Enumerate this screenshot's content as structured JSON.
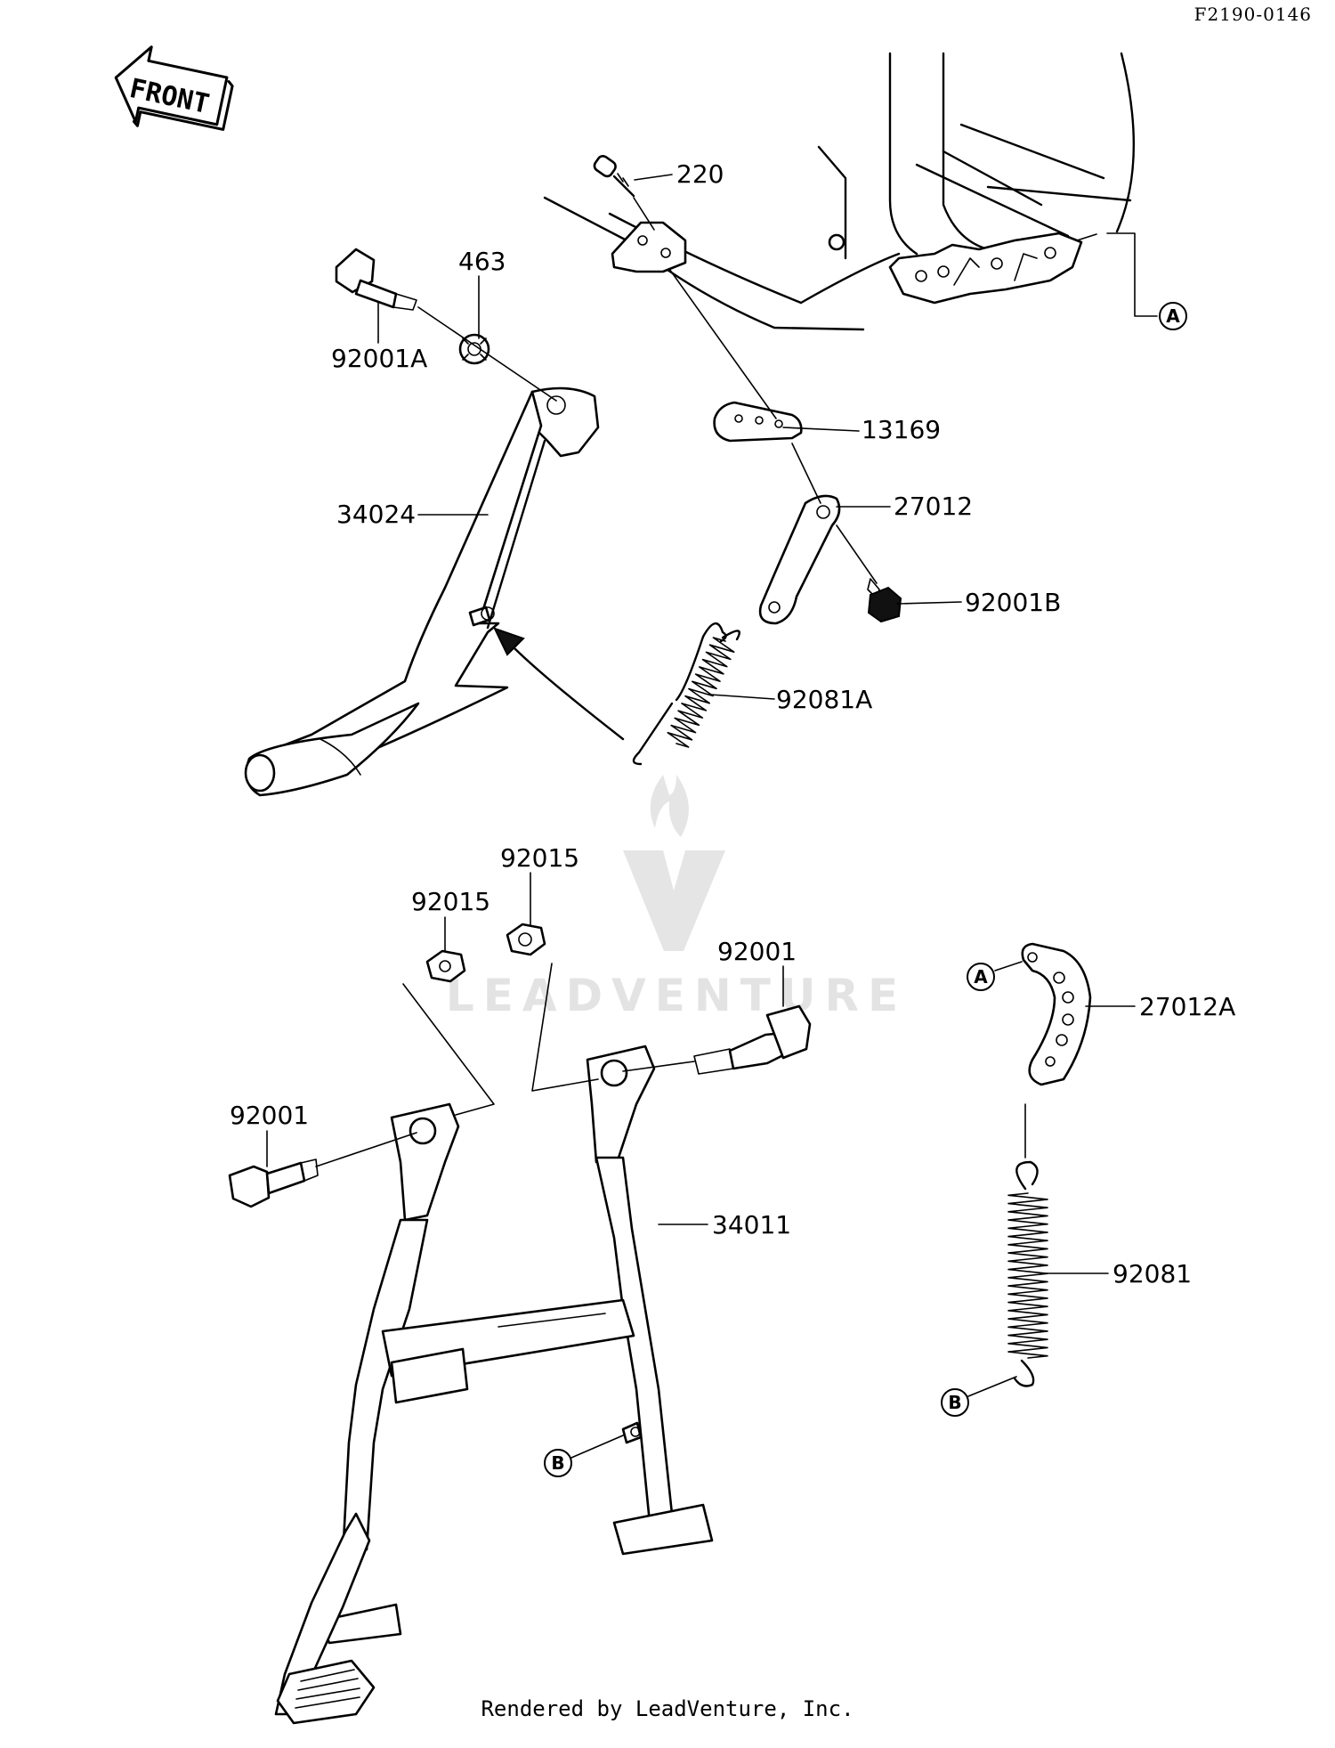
{
  "diagram_ref": "F2190-0146",
  "front_label": "FRONT",
  "watermark": "LEADVENTURE",
  "footer": "Rendered by LeadVenture, Inc.",
  "callouts": {
    "A": "A",
    "B": "B"
  },
  "parts": [
    {
      "id": "p220",
      "number": "220"
    },
    {
      "id": "p463",
      "number": "463"
    },
    {
      "id": "p92001A",
      "number": "92001A"
    },
    {
      "id": "p13169",
      "number": "13169"
    },
    {
      "id": "p34024",
      "number": "34024"
    },
    {
      "id": "p27012",
      "number": "27012"
    },
    {
      "id": "p92001B",
      "number": "92001B"
    },
    {
      "id": "p92081A",
      "number": "92081A"
    },
    {
      "id": "p92015a",
      "number": "92015"
    },
    {
      "id": "p92015b",
      "number": "92015"
    },
    {
      "id": "p92001a",
      "number": "92001"
    },
    {
      "id": "p92001b",
      "number": "92001"
    },
    {
      "id": "p27012A",
      "number": "27012A"
    },
    {
      "id": "p34011",
      "number": "34011"
    },
    {
      "id": "p92081",
      "number": "92081"
    }
  ]
}
